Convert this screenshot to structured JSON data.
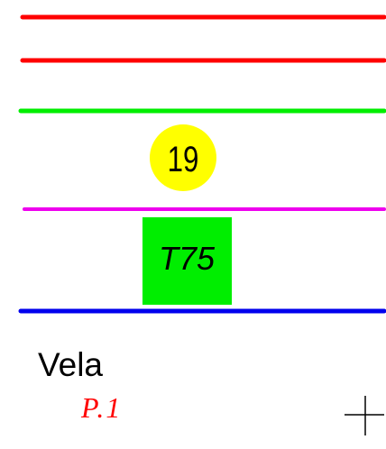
{
  "lines": [
    {
      "name": "red-line-top",
      "color": "#ff0000"
    },
    {
      "name": "red-line-second",
      "color": "#ff0000"
    },
    {
      "name": "green-line",
      "color": "#00ee00"
    },
    {
      "name": "magenta-line",
      "color": "#ee00ee"
    },
    {
      "name": "blue-line",
      "color": "#0000ee"
    }
  ],
  "circle_marker": {
    "label": "19",
    "fill": "#ffff00",
    "text_color": "#000000"
  },
  "box_marker": {
    "label": "T75",
    "fill": "#00ee00",
    "text_color": "#000000"
  },
  "station_name": {
    "text": "Vela",
    "color": "#000000"
  },
  "platform_label": {
    "text": "P.1",
    "color": "#ff0000"
  },
  "crosshair": {
    "icon": "crosshair-icon",
    "color": "#000000"
  }
}
